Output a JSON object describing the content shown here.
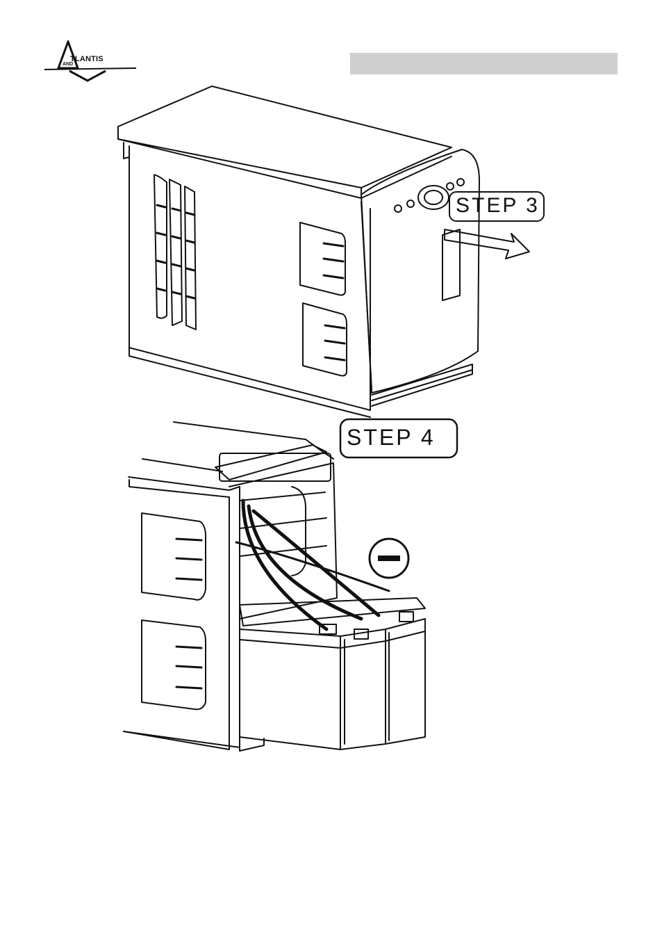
{
  "header": {
    "logo": {
      "word": "TLANTIS",
      "sub": "AND",
      "icon": "atlantis-land-logo"
    }
  },
  "figure": {
    "step3_label": "STEP 3",
    "step4_label": "STEP 4",
    "minus_symbol": "minus-icon"
  }
}
